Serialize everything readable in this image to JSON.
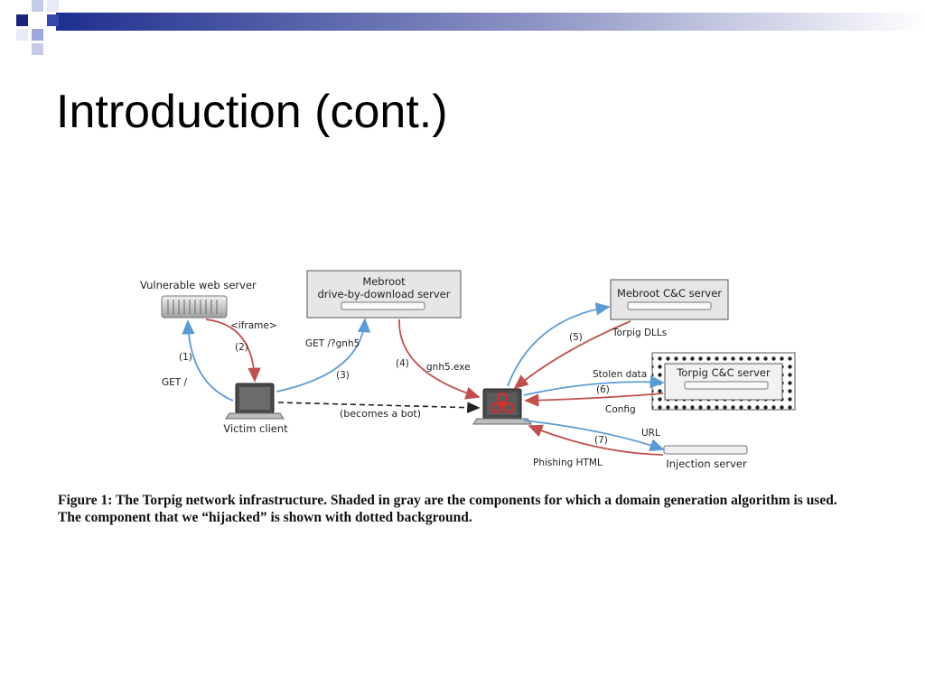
{
  "slide": {
    "title": "Introduction (cont.)"
  },
  "diagram": {
    "nodes": {
      "vulnerable_web_server": "Vulnerable web server",
      "mebroot_dbd_line1": "Mebroot",
      "mebroot_dbd_line2": "drive-by-download server",
      "mebroot_cc": "Mebroot C&C server",
      "torpig_cc": "Torpig C&C server",
      "victim_client": "Victim client",
      "injection_server": "Injection server"
    },
    "edges": {
      "iframe": "<iframe>",
      "step2": "(2)",
      "step1": "(1)",
      "get_root": "GET /",
      "get_gnh5": "GET /?gnh5",
      "step3": "(3)",
      "step4": "(4)",
      "gnh5_exe": "gnh5.exe",
      "becomes_bot": "(becomes a bot)",
      "step5": "(5)",
      "torpig_dlls": "Torpig DLLs",
      "stolen_data": "Stolen data",
      "step6": "(6)",
      "config": "Config",
      "url": "URL",
      "step7": "(7)",
      "phishing_html": "Phishing HTML"
    },
    "colors": {
      "blue_arrow": "#5b9bd5",
      "red_arrow": "#c0504d",
      "server_gray": "#d9d9d9",
      "biohazard_red": "#d32f2f"
    }
  },
  "caption": {
    "line1": "Figure 1: The Torpig network infrastructure. Shaded in gray are the components for which a domain generation algorithm is used.",
    "line2": "The component that we “hijacked” is shown with dotted background."
  }
}
